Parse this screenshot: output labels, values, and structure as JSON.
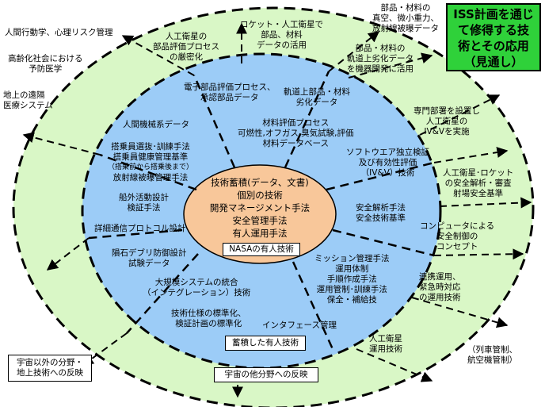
{
  "title_box": [
    "ISS計画を通じ",
    "て修得する技",
    "術とその応用",
    "（見通し）"
  ],
  "center": {
    "lines": [
      "技術蓄積(データ、文書)",
      "個別の技術",
      "開発マネージメント手法",
      "安全管理手法",
      "有人運用手法"
    ],
    "label": "NASAの有人技術"
  },
  "middle_label": "蓄積した有人技術",
  "outer_label": "宇宙の他分野への反映",
  "bottom_left_box": [
    "宇宙以外の分野・",
    "地上技術への反映"
  ],
  "middle_ring": {
    "top_left": [
      "電子部品評価プロセス、",
      "承認部品データ"
    ],
    "top_right": [
      "軌道上部品・材料",
      "劣化データ"
    ],
    "human_factors": "人間機械系データ",
    "materials": [
      "材料評価プロセス",
      "可燃性,オフガス,臭気試験,評価",
      "材料データベース"
    ],
    "crew": [
      "搭乗員選抜･訓練手法",
      "搭乗員健康管理基準",
      "（搭乗前から搭乗後まで）",
      "放射線被曝管理手法"
    ],
    "ivv": [
      "ソフトウエア独立検証",
      "及び有効性評価",
      "（IV&V）技術"
    ],
    "eva": [
      "船外活動設計",
      "検証手法"
    ],
    "safety": [
      "安全解析手法",
      "安全技術基準"
    ],
    "protocol": "詳細通信プロトコル設計",
    "debris": [
      "隕石デブリ防御設計",
      "試験データ"
    ],
    "mission": [
      "ミッション管理手法",
      "運用体制",
      "手順作成手法",
      "運用管制･訓練手法",
      "保全・補給技"
    ],
    "integration": [
      "大規模システムの統合",
      "（インテグレーション）技術"
    ],
    "standards": [
      "技術仕様の標準化、",
      "検証計画の標準化"
    ],
    "interface": "インタフェース管理"
  },
  "outer_ring": {
    "sat_eval": [
      "人工衛星の",
      "部品評価プロセス",
      "の厳密化"
    ],
    "rocket": [
      "ロケット・人工衛星で",
      "部品、材料",
      "データの活用"
    ],
    "ivv_apply": [
      "専門部署を設置し",
      "人工衛星の",
      "IV&Vを実施"
    ],
    "rocket_safety": [
      "人工衛星･ロケット",
      "の安全解析・審査",
      "射場安全基準"
    ],
    "computer_safety": [
      "コンピュータによる",
      "安全制御の",
      "コンセプト"
    ],
    "coop_ops": [
      "連携運用、",
      "緊急時対応",
      "の運用技術"
    ],
    "sat_ops": [
      "人工衛星",
      "運用技術"
    ]
  },
  "outside": {
    "behavior": "人間行動学、心理リスク管理",
    "elderly": [
      "高齢化社会における",
      "予防医学"
    ],
    "remote_med": [
      "地上の遠隔",
      "医療システム"
    ],
    "space_env": [
      "部品・材料の",
      "真空、微小重力、",
      "放射線被曝データ"
    ],
    "parts_dev": [
      "部品・材料の",
      "軌道上劣化データ",
      "を機器開発に活用"
    ],
    "traffic": [
      "（列車管制、",
      "航空機管制）"
    ]
  }
}
